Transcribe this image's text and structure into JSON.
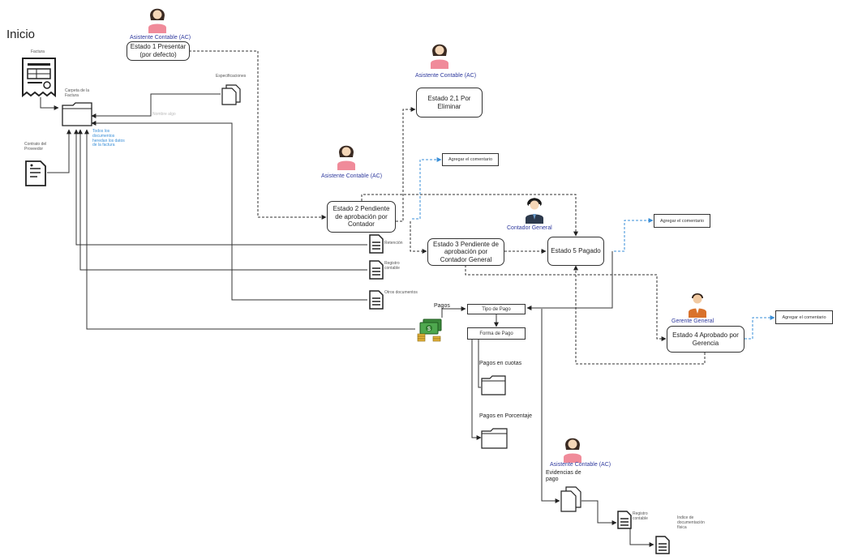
{
  "title": "Inicio",
  "documents": {
    "factura": "Factura",
    "carpeta": "Carpeta de la Factura",
    "especificaciones": "Especificaciones",
    "contrato": "Contrato del Proveedor",
    "faded_note": "Nombre algo",
    "herencia_note": "Todos los documentos heredan los datos de la factura",
    "retencion": "Retención",
    "registro": "Registro contable",
    "otros": "Otros documentos"
  },
  "roles": {
    "ac1": "Asistente Contable (AC)",
    "ac2": "Asistente Contable (AC)",
    "ac3": "Asistente Contable (AC)",
    "ac4": "Asistente Contable (AC)",
    "contador": "Contador General",
    "gerente": "Gerente General"
  },
  "states": {
    "e1": "Estado 1 Presentar (por defecto)",
    "e21": "Estado 2,1 Por Eliminar",
    "e2": "Estado 2 Pendiente de aprobación por Contador",
    "e3": "Estado 3 Pendiente de aprobación por Contador General",
    "e5": "Estado 5 Pagado",
    "e4": "Estado 4 Aprobado por Gerencia"
  },
  "comments": {
    "c1": "Agregar el comentario",
    "c2": "Agregar el comentario",
    "c3": "Agregar el comentario"
  },
  "payments": {
    "pagos": "Pagos",
    "tipo": "Tipo de Pago",
    "forma": "Forma de Pago",
    "cuotas": "Pagos en cuotas",
    "porcentaje": "Pagos en Porcentaje",
    "evidencias": "Evidencias de pago",
    "registro2": "Registro contable",
    "indice": "Indice de documentación física"
  },
  "colors": {
    "ac_shirt": "#f08b9a",
    "contador_suit": "#2d3a4d",
    "gerente_shirt": "#d9722c",
    "role_text": "#2f3a9e",
    "comment_link": "#3a8fd8",
    "money": "#3b8a3b"
  }
}
